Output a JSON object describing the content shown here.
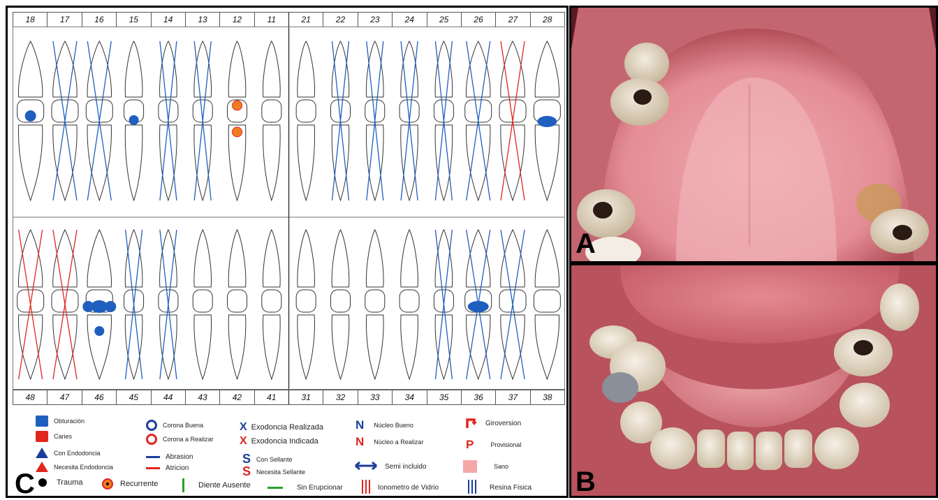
{
  "tooth_numbers": {
    "upper": [
      "18",
      "17",
      "16",
      "15",
      "14",
      "13",
      "12",
      "11",
      "21",
      "22",
      "23",
      "24",
      "25",
      "26",
      "27",
      "28"
    ],
    "lower": [
      "48",
      "47",
      "46",
      "45",
      "44",
      "43",
      "42",
      "41",
      "31",
      "32",
      "33",
      "34",
      "35",
      "36",
      "37",
      "38"
    ]
  },
  "panel_labels": {
    "a": "A",
    "b": "B",
    "c": "C"
  },
  "legend": {
    "obturacion": "Obturación",
    "caries": "Caries",
    "con_endodoncia": "Con Endodoncia",
    "necesita_endodoncia": "Necesita Endodoncia",
    "trauma": "Trauma",
    "corona_buena": "Corona Buena",
    "corona_a_realizar": "Corona a Realizar",
    "abrasion": "Abrasion",
    "atricion": "Atricion",
    "recurrente": "Recurrente",
    "exodoncia_realizada": "Exodoncia Realizada",
    "exodoncia_indicada": "Exodoncia Indicada",
    "con_sellante": "Con Sellante",
    "necesita_sellante": "Necesita Sellante",
    "diente_ausente": "Diente Ausente",
    "nucleo_bueno": "Núcleo Bueno",
    "nucleo_a_realizar": "Núcleo a Realizar",
    "semi_incluido": "Semi incluido",
    "sin_erupcionar": "Sin Erupcionar",
    "ionometro_de_vidrio": "Ionometro de Vidrio",
    "giroversion": "Giroversion",
    "provisional": "Provisional",
    "sano": "Sano",
    "resina_fisica": "Resina Fisica"
  },
  "legend_symbols": {
    "N": "N",
    "P": "P",
    "S": "S",
    "X": "X",
    "O": "O"
  },
  "colors": {
    "blue": "#1f5fbf",
    "red": "#e0261f",
    "orange": "#f07b20",
    "pink": "#f4a6a8",
    "green": "#2aa02a"
  },
  "icons": [
    "square-icon",
    "triangle-icon",
    "circle-icon",
    "ring-icon",
    "x-icon",
    "arrow-icon",
    "bars-icon",
    "turn-arrow-icon"
  ]
}
